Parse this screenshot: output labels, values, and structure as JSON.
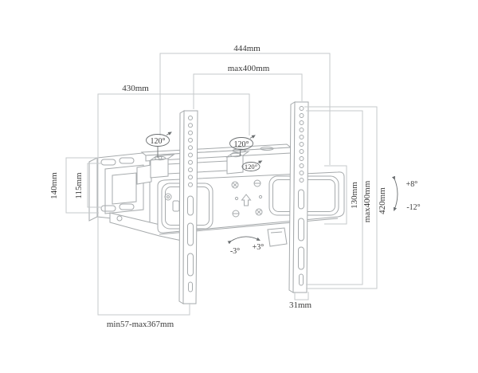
{
  "title": "TV wall mount bracket dimension drawing",
  "colors": {
    "background": "#ffffff",
    "drawing_line": "#a6aaac",
    "dimension_line": "#c6c9cb",
    "label_text": "#3a3a3a"
  },
  "dimensions": {
    "overall_width": "444mm",
    "vesa_width_max": "max400mm",
    "arm_assembly_width": "430mm",
    "wall_plate_height": "140mm",
    "wall_plate_slot_spacing": "115mm",
    "corner_bracket_height": "130mm",
    "vesa_height_max": "max400mm",
    "rail_length": "420mm",
    "rail_width": "31mm",
    "extension_range": "min57-max367mm"
  },
  "angles": {
    "swivel_left": "120°",
    "swivel_right": "120°",
    "swivel_joint": "120°",
    "tilt_up": "+8°",
    "tilt_down": "-12°",
    "level_left": "-3°",
    "level_right": "+3°"
  }
}
